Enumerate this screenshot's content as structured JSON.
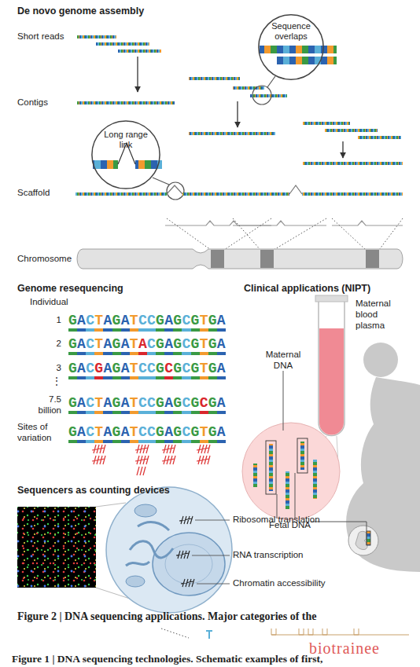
{
  "diagram": {
    "caption": "Figure 2 | DNA sequencing applications. Major categories of the",
    "nodes": [
      {
        "text": [
          "Sequence overlaps"
        ]
      },
      {
        "text": [
          "Long range link"
        ]
      }
    ],
    "labels": [
      "De novo genome assembly",
      "Short reads",
      "Contigs",
      "Scaffold",
      "Chromosome",
      "Genome resequencing",
      "Individual",
      "1",
      "2",
      "3",
      "⋮",
      "7.5 billion",
      "GACTAGATCCGAGCGTGA",
      "GACTAGATACGAGCGTGA",
      "GACGAGATCCGCGCGTGA",
      "GACTAGATCCGAGCGCGA",
      "Sites of variation",
      "GACTAGATCCGAGCGTGA",
      "Clinical applications (NIPT)",
      "Maternal blood plasma",
      "Maternal DNA",
      "Fetal DNA",
      "Sequencers as counting devices",
      "Ribosomal translation",
      "RNA transcription",
      "Chromatin accessibility",
      "Figure 1 | DNA sequencing technologies. Schematic examples of first,",
      "biotrainee"
    ]
  }
}
